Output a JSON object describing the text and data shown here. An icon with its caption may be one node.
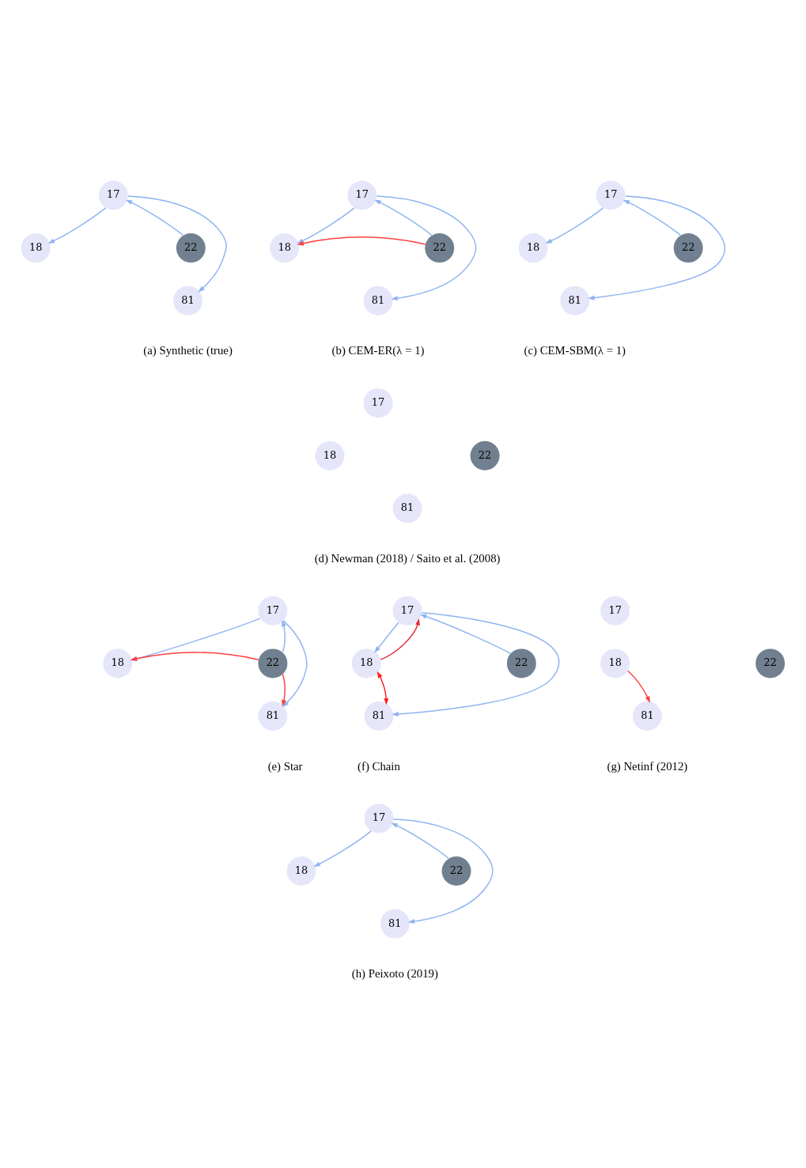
{
  "diagram": {
    "nodes": [
      {
        "text": [
          "17"
        ]
      },
      {
        "text": [
          "18"
        ]
      },
      {
        "text": [
          "22"
        ]
      },
      {
        "text": [
          "81"
        ]
      },
      {
        "text": [
          "17"
        ]
      },
      {
        "text": [
          "18"
        ]
      },
      {
        "text": [
          "22"
        ]
      },
      {
        "text": [
          "81"
        ]
      },
      {
        "text": [
          "17"
        ]
      },
      {
        "text": [
          "18"
        ]
      },
      {
        "text": [
          "22"
        ]
      },
      {
        "text": [
          "81"
        ]
      },
      {
        "text": [
          "17"
        ]
      },
      {
        "text": [
          "18"
        ]
      },
      {
        "text": [
          "22"
        ]
      },
      {
        "text": [
          "81"
        ]
      },
      {
        "text": [
          "17"
        ]
      },
      {
        "text": [
          "18"
        ]
      },
      {
        "text": [
          "22"
        ]
      },
      {
        "text": [
          "81"
        ]
      },
      {
        "text": [
          "17"
        ]
      },
      {
        "text": [
          "18"
        ]
      },
      {
        "text": [
          "22"
        ]
      },
      {
        "text": [
          "81"
        ]
      },
      {
        "text": [
          "17"
        ]
      },
      {
        "text": [
          "18"
        ]
      },
      {
        "text": [
          "22"
        ]
      },
      {
        "text": [
          "81"
        ]
      },
      {
        "text": [
          "17"
        ]
      },
      {
        "text": [
          "18"
        ]
      },
      {
        "text": [
          "22"
        ]
      },
      {
        "text": [
          "81"
        ]
      }
    ],
    "edges": [
      {
        "from": 0,
        "to": 1,
        "arrow": "to"
      },
      {
        "from": 0,
        "to": 3,
        "arrow": "to"
      },
      {
        "from": 2,
        "to": 0,
        "arrow": "to"
      },
      {
        "from": 4,
        "to": 5,
        "arrow": "to"
      },
      {
        "from": 4,
        "to": 7,
        "arrow": "to"
      },
      {
        "from": 6,
        "to": 4,
        "arrow": "to"
      },
      {
        "from": 6,
        "to": 5,
        "arrow": "to",
        "color": "#ff4040"
      },
      {
        "from": 8,
        "to": 9,
        "arrow": "to"
      },
      {
        "from": 8,
        "to": 11,
        "arrow": "to"
      },
      {
        "from": 10,
        "to": 8,
        "arrow": "to"
      },
      {
        "from": 16,
        "to": 17,
        "arrow": "to"
      },
      {
        "from": 16,
        "to": 19,
        "arrow": "to"
      },
      {
        "from": 18,
        "to": 16,
        "arrow": "to"
      },
      {
        "from": 18,
        "to": 17,
        "arrow": "to",
        "color": "#ff4040"
      },
      {
        "from": 18,
        "to": 19,
        "arrow": "to",
        "color": "#ff4040"
      },
      {
        "from": 20,
        "to": 21,
        "arrow": "to"
      },
      {
        "from": 20,
        "to": 23,
        "arrow": "to"
      },
      {
        "from": 22,
        "to": 20,
        "arrow": "to"
      },
      {
        "from": 21,
        "to": 20,
        "arrow": "to",
        "color": "#e03040"
      },
      {
        "from": 21,
        "to": 23,
        "arrow": "both",
        "color": "#ff2020"
      },
      {
        "from": 25,
        "to": 27,
        "arrow": "to",
        "color": "#ff4040"
      },
      {
        "from": 28,
        "to": 29,
        "arrow": "to"
      },
      {
        "from": 28,
        "to": 31,
        "arrow": "to"
      },
      {
        "from": 30,
        "to": 28,
        "arrow": "to"
      }
    ],
    "labels": [
      "(a) Synthetic (true)",
      "(b) CEM-ER(λ = 1)",
      "(c) CEM-SBM(λ = 1)",
      "(d) Newman (2018) / Saito et al. (2008)",
      "(e) Star",
      "(f) Chain",
      "(g) Netinf (2012)",
      "(h) Peixoto (2019)"
    ]
  }
}
